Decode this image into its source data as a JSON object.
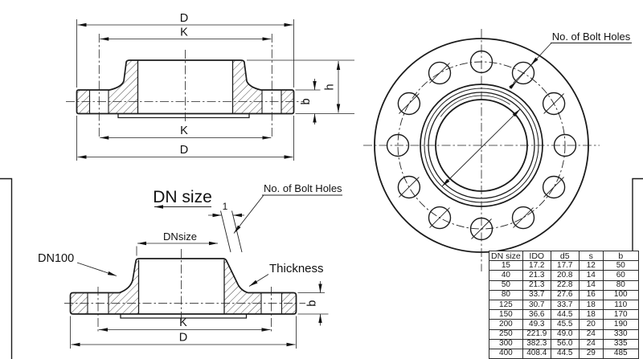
{
  "background": "#ffffff",
  "ink": "#1a1a1a",
  "views": {
    "top_section": {
      "dim_D_top": "D",
      "dim_K_top": "K",
      "dim_K_bottom": "K",
      "dim_D_bottom": "D",
      "dim_b": "b",
      "dim_h": "h"
    },
    "front": {
      "bolt_holes_label": "No. of Bolt Holes"
    },
    "bottom_section": {
      "dn_size_heading": "DN size",
      "dn_size_dim": "DNsize",
      "dn100_label": "DN100",
      "bolt_holes_label": "No. of Bolt Holes",
      "thickness_label": "Thickness",
      "gap_dim": "1",
      "dim_K": "K",
      "dim_D": "D",
      "dim_b": "b"
    }
  },
  "table": {
    "headers": [
      "DN size",
      "IDO",
      "d5",
      "s",
      "b"
    ],
    "rows": [
      [
        "15",
        "17.2",
        "17.7",
        "12",
        "50"
      ],
      [
        "40",
        "21.3",
        "20.8",
        "14",
        "60"
      ],
      [
        "50",
        "21.3",
        "22.8",
        "14",
        "80"
      ],
      [
        "80",
        "33.7",
        "27.6",
        "16",
        "100"
      ],
      [
        "125",
        "30.7",
        "33.7",
        "18",
        "110"
      ],
      [
        "150",
        "36.6",
        "44.5",
        "18",
        "170"
      ],
      [
        "200",
        "49.3",
        "45.5",
        "20",
        "190"
      ],
      [
        "250",
        "221.9",
        "49.0",
        "24",
        "330"
      ],
      [
        "300",
        "382.3",
        "56.0",
        "24",
        "335"
      ],
      [
        "400",
        "408.4",
        "44.5",
        "29",
        "485"
      ]
    ]
  }
}
